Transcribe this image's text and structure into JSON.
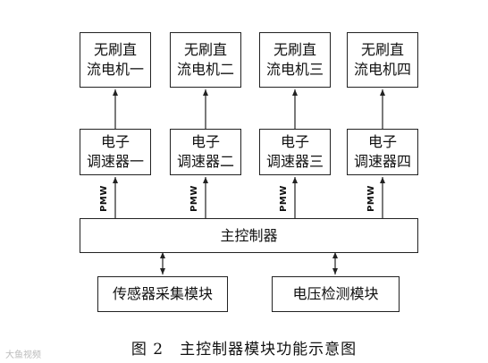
{
  "motors": [
    {
      "line1": "无刷直",
      "line2": "流电机一"
    },
    {
      "line1": "无刷直",
      "line2": "流电机二"
    },
    {
      "line1": "无刷直",
      "line2": "流电机三"
    },
    {
      "line1": "无刷直",
      "line2": "流电机四"
    }
  ],
  "escs": [
    {
      "line1": "电子",
      "line2": "调速器一"
    },
    {
      "line1": "电子",
      "line2": "调速器二"
    },
    {
      "line1": "电子",
      "line2": "调速器三"
    },
    {
      "line1": "电子",
      "line2": "调速器四"
    }
  ],
  "pwm_label": "PMW",
  "main_controller": "主控制器",
  "sensor_module": "传感器采集模块",
  "voltage_module": "电压检测模块",
  "caption": "图 2　主控制器模块功能示意图",
  "watermark": "大鱼视频"
}
